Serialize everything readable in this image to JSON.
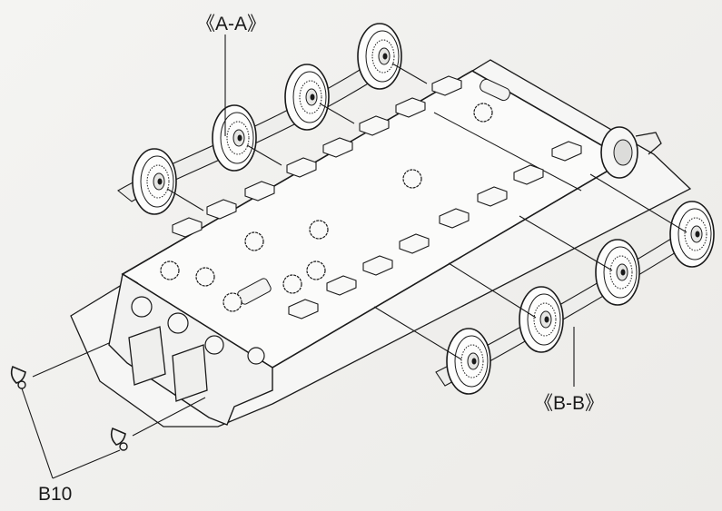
{
  "labels": {
    "section_a": "《A-A》",
    "section_b": "《B-B》",
    "part_b10": "B10"
  },
  "colors": {
    "line": "#1a1a1a",
    "paper": "#f1f1ef"
  }
}
